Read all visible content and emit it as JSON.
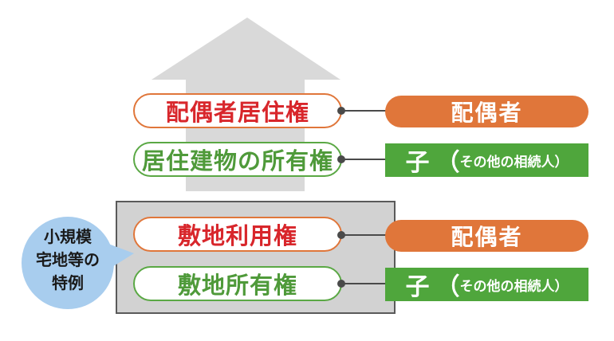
{
  "house_rights": {
    "spouse_residence_right": "配偶者居住権",
    "building_ownership": "居住建物の所有権"
  },
  "land_rights": {
    "land_use_right": "敷地利用権",
    "land_ownership": "敷地所有権"
  },
  "holders": {
    "spouse": "配偶者",
    "child_big": "子",
    "child_paren_open": "（",
    "child_small": "その他の相続人）"
  },
  "bubble": {
    "line1": "小規模",
    "line2": "宅地等の",
    "line3": "特例"
  },
  "colors": {
    "orange": "#e0763a",
    "green": "#4fa63c",
    "red_text": "#d8262b",
    "green_text": "#4f9a3a",
    "bubble": "#a8cdee",
    "house_arrow": "#d9d9d9",
    "land_box": "#d2d2d2"
  }
}
